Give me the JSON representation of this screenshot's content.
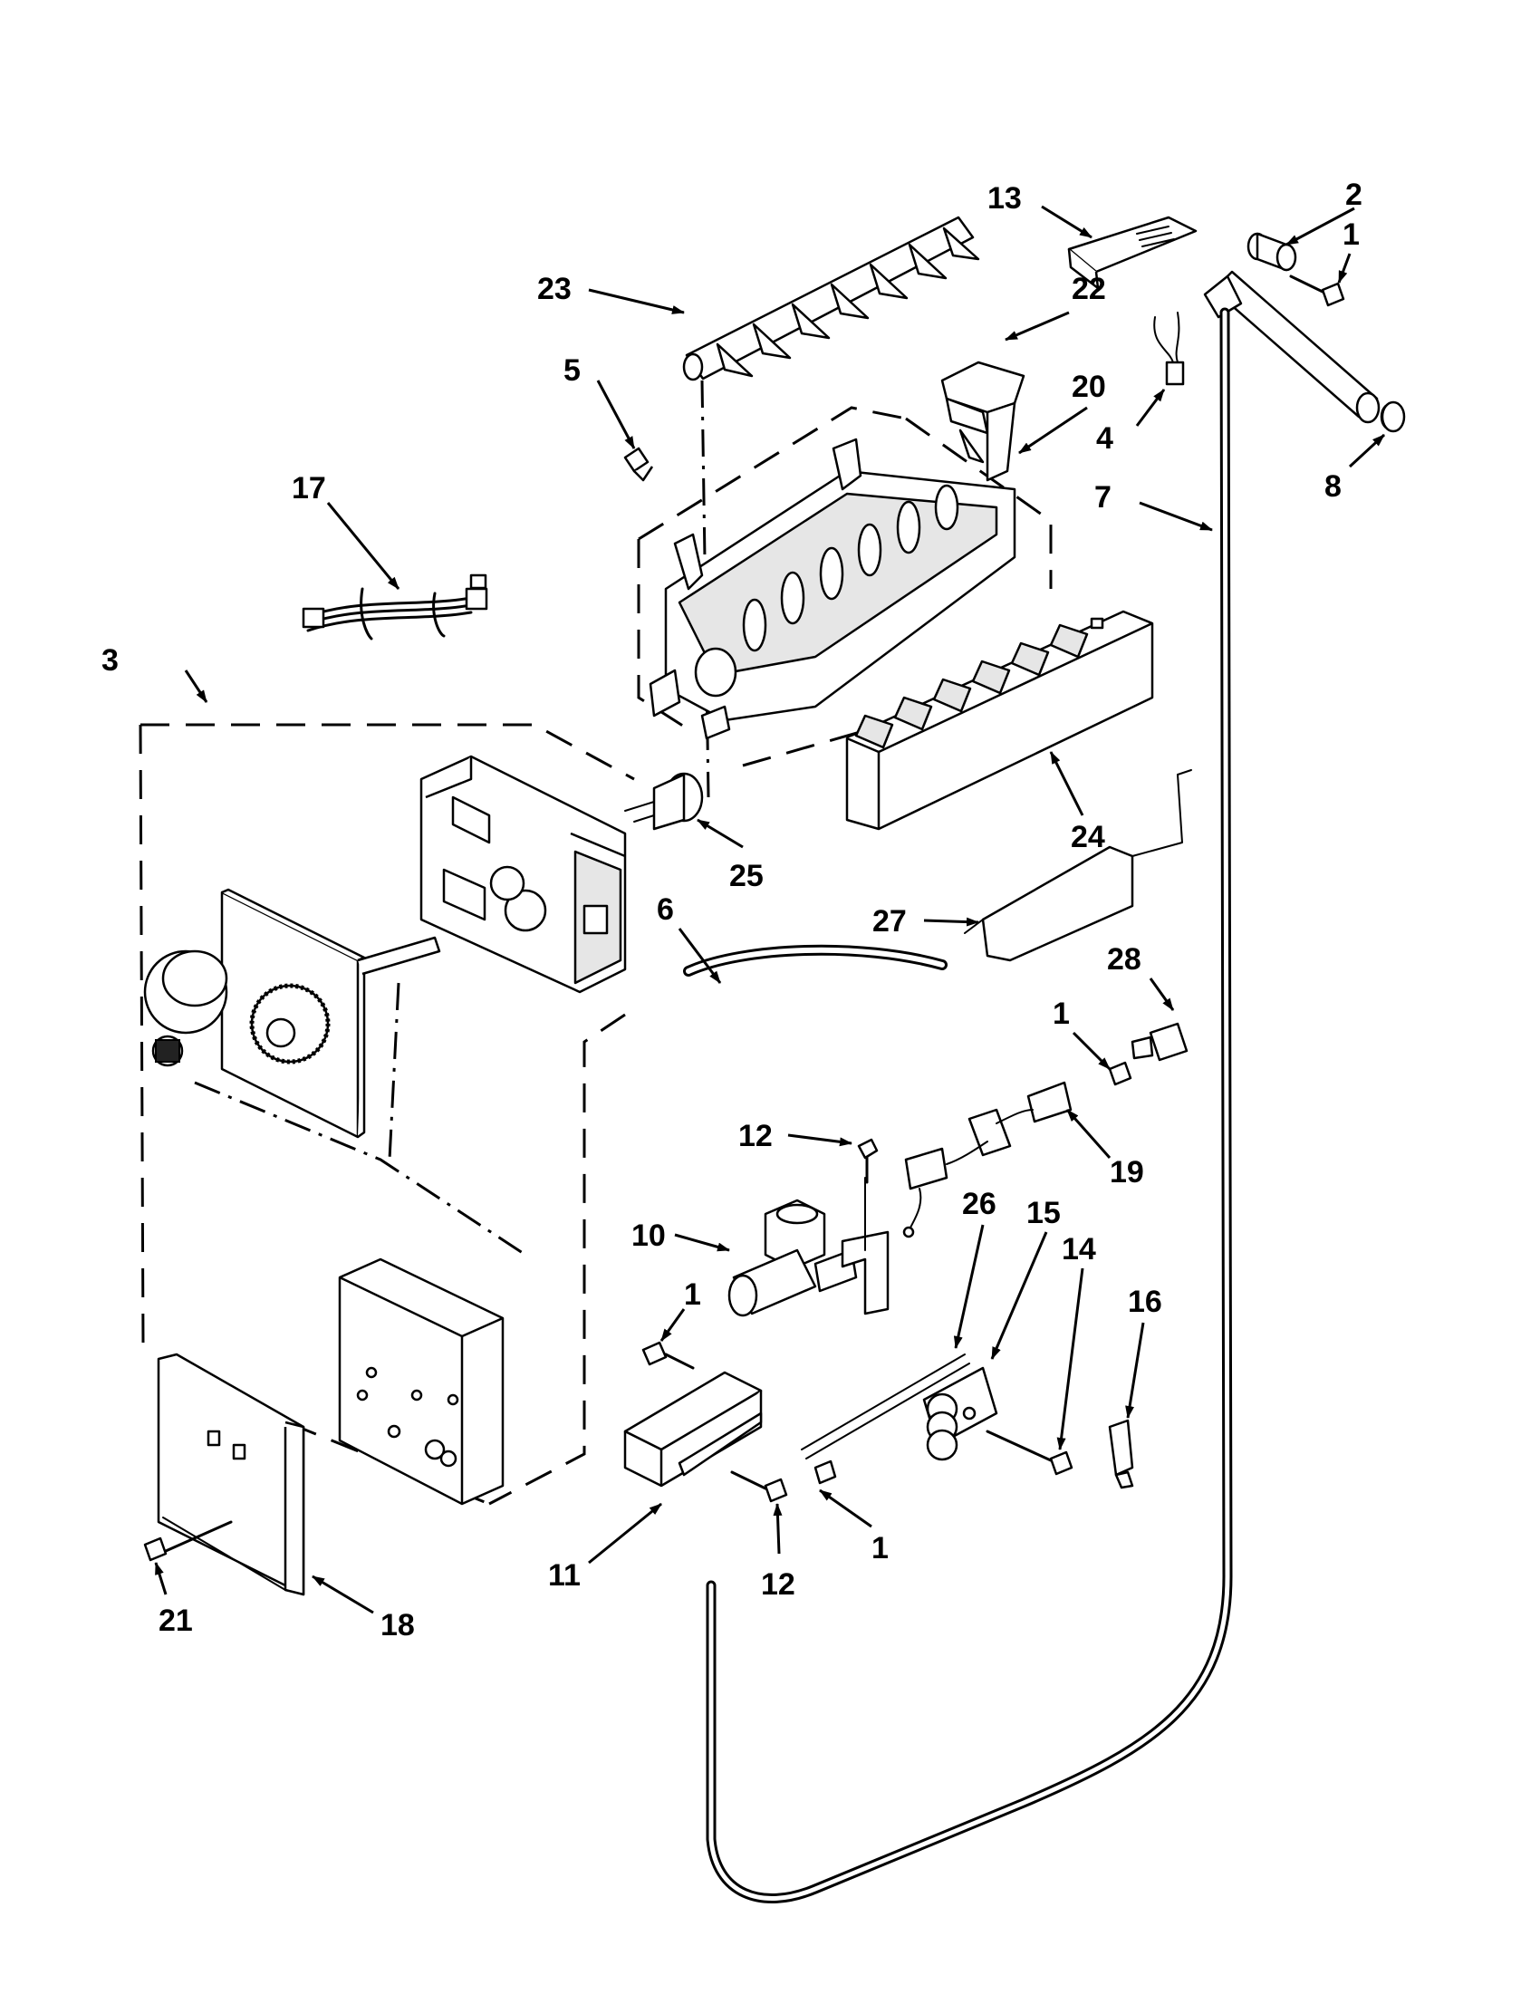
{
  "labels": {
    "l1a": "1",
    "l1b": "1",
    "l1c": "1",
    "l1d": "1",
    "l2": "2",
    "l3": "3",
    "l4": "4",
    "l5": "5",
    "l6": "6",
    "l7": "7",
    "l8": "8",
    "l10": "10",
    "l11": "11",
    "l12a": "12",
    "l12b": "12",
    "l13": "13",
    "l14": "14",
    "l15": "15",
    "l16": "16",
    "l17": "17",
    "l18": "18",
    "l19": "19",
    "l20": "20",
    "l21": "21",
    "l22": "22",
    "l23": "23",
    "l24": "24",
    "l25": "25",
    "l26": "26",
    "l27": "27",
    "l28": "28"
  }
}
